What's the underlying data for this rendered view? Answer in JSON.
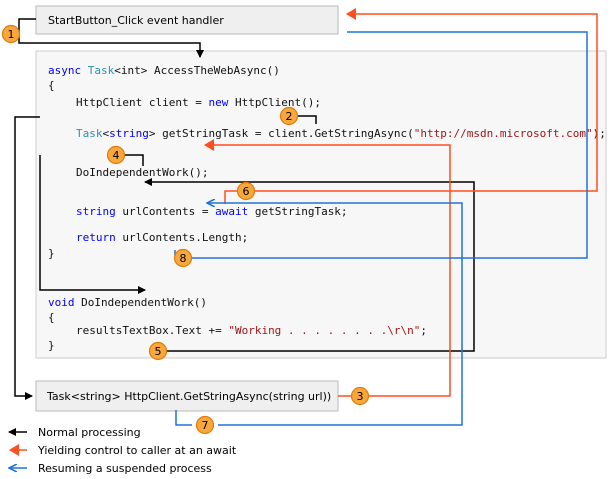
{
  "header_box": {
    "label": "StartButton_Click event handler"
  },
  "bottom_box": {
    "label": "Task<string> HttpClient.GetStringAsync(string url))"
  },
  "code_lines": {
    "l1": {
      "kw": "async",
      "ty": "Task",
      "rest": "<int> AccessTheWebAsync()"
    },
    "l2": "{",
    "l3": {
      "pre": "HttpClient client = ",
      "kw": "new",
      "post": " HttpClient();"
    },
    "l4": {
      "ty": "Task",
      "mid": "<",
      "kw": "string",
      "post": "> getStringTask = client.GetStringAsync(",
      "str": "\"http://msdn.microsoft.com\"",
      "end": ");"
    },
    "l5": "DoIndependentWork();",
    "l6": {
      "kw": "string",
      "mid": " urlContents = ",
      "kw2": "await",
      "post": " getStringTask;"
    },
    "l7": {
      "kw": "return",
      "post": " urlContents.Length;"
    },
    "l8": "}",
    "l9": {
      "kw": "void",
      "post": " DoIndependentWork()"
    },
    "l10": "{",
    "l11": {
      "pre": "resultsTextBox.Text += ",
      "str": "\"Working . . . . . . . .\\r\\n\"",
      "end": ";"
    },
    "l12": "}"
  },
  "step_numbers": [
    "1",
    "2",
    "3",
    "4",
    "5",
    "6",
    "7",
    "8"
  ],
  "legend": [
    {
      "label": "Normal processing",
      "color": "#000000"
    },
    {
      "label": "Yielding control to caller at an await",
      "color": "#ff4f1f"
    },
    {
      "label": "Resuming a suspended process",
      "color": "#1e73d8"
    }
  ],
  "colors": {
    "normal": "#000000",
    "yield": "#ff4f1f",
    "resume": "#1e73d8",
    "badge_fill": "#f7a73b",
    "badge_stroke": "#e07a0a",
    "box_fill": "#efefef",
    "code_bg": "#f7f7f7"
  }
}
